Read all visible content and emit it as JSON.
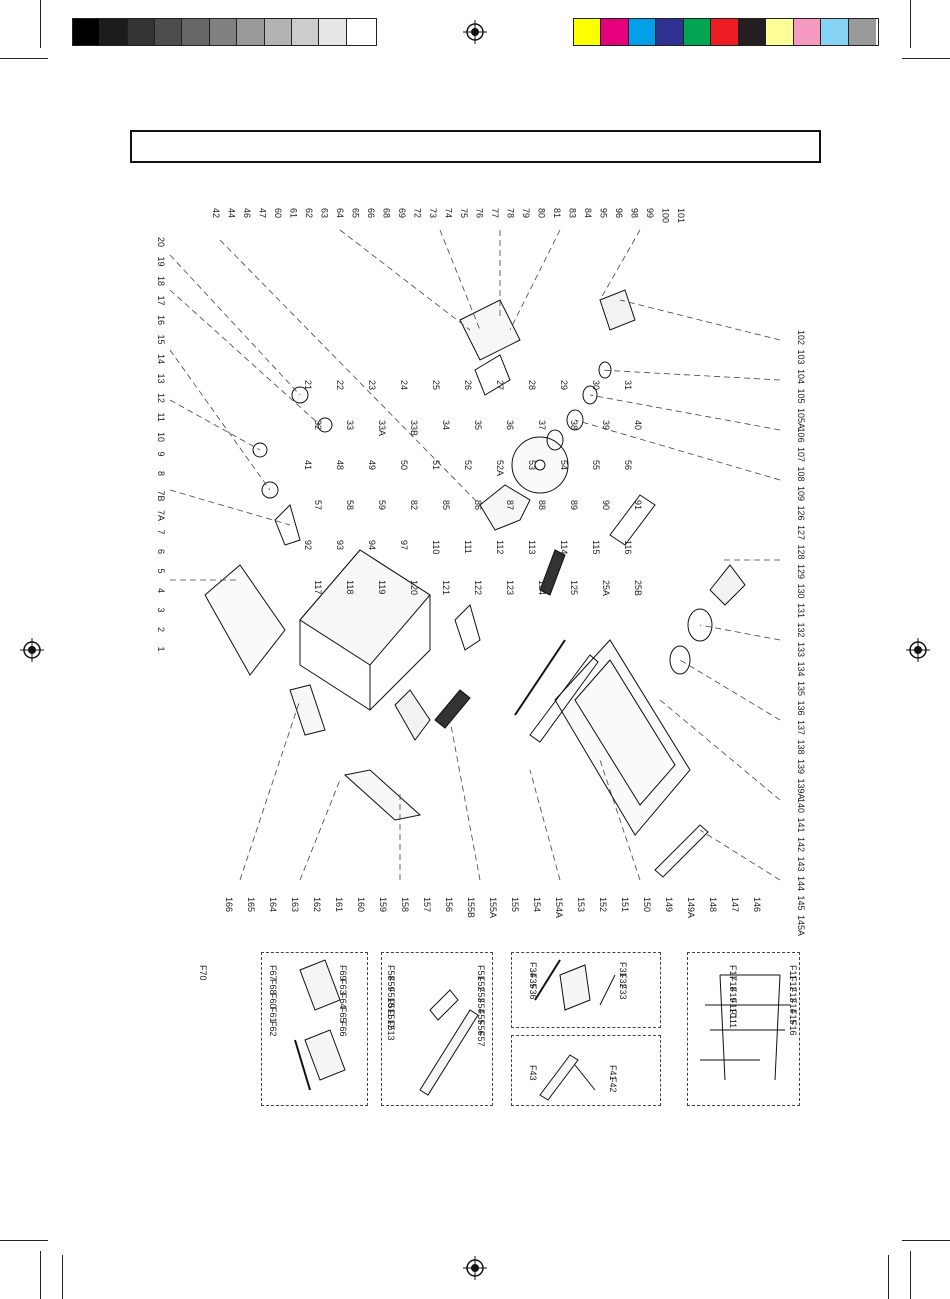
{
  "color_bar_left": [
    "#000000",
    "#1c1c1c",
    "#333333",
    "#4d4d4d",
    "#666666",
    "#808080",
    "#999999",
    "#b3b3b3",
    "#cccccc",
    "#e6e6e6",
    "#ffffff"
  ],
  "color_bar_right": [
    "#ffff00",
    "#e6007e",
    "#00a0e9",
    "#2e3192",
    "#00a651",
    "#ed1c24",
    "#231f20",
    "#ffff99",
    "#f49ac1",
    "#87d3f5",
    "#999999"
  ],
  "title_box": {
    "text": ""
  },
  "main_labels_top": [
    "42",
    "44",
    "46",
    "47",
    "60",
    "61",
    "62",
    "63",
    "64",
    "65",
    "66",
    "68",
    "69",
    "72",
    "73",
    "74",
    "75",
    "76",
    "77",
    "78",
    "79",
    "80",
    "81",
    "83",
    "84",
    "95",
    "96",
    "98",
    "99",
    "100",
    "101"
  ],
  "main_labels_left": [
    "20",
    "19",
    "18",
    "17",
    "16",
    "15",
    "14",
    "13",
    "12",
    "11",
    "10",
    "9",
    "8",
    "7B",
    "7A",
    "7",
    "6",
    "5",
    "4",
    "3",
    "2",
    "1"
  ],
  "main_labels_right": [
    "102",
    "103",
    "104",
    "105",
    "105A",
    "106",
    "107",
    "108",
    "109",
    "126",
    "127",
    "128",
    "129",
    "130",
    "131",
    "132",
    "133",
    "134",
    "135",
    "136",
    "137",
    "138",
    "139",
    "139A",
    "140",
    "141",
    "142",
    "143",
    "144",
    "145",
    "145A"
  ],
  "main_labels_bottom": [
    "166",
    "165",
    "164",
    "163",
    "162",
    "161",
    "160",
    "159",
    "158",
    "157",
    "156",
    "155B",
    "155A",
    "155",
    "154",
    "154A",
    "153",
    "152",
    "151",
    "150",
    "149",
    "149A",
    "148",
    "147",
    "146"
  ],
  "main_labels_inner": [
    "21",
    "22",
    "23",
    "24",
    "25",
    "26",
    "27",
    "28",
    "29",
    "30",
    "31",
    "32",
    "33",
    "33A",
    "33B",
    "34",
    "35",
    "36",
    "37",
    "38",
    "39",
    "40",
    "41",
    "48",
    "49",
    "50",
    "51",
    "52",
    "52A",
    "53",
    "54",
    "55",
    "56",
    "57",
    "58",
    "59",
    "82",
    "85",
    "86",
    "87",
    "88",
    "89",
    "90",
    "91",
    "92",
    "93",
    "94",
    "97",
    "110",
    "111",
    "112",
    "113",
    "114",
    "115",
    "116",
    "117",
    "118",
    "119",
    "120",
    "121",
    "122",
    "123",
    "124",
    "125",
    "25A",
    "25B"
  ],
  "subpanel_1_labels": [
    "F69",
    "F63",
    "F64",
    "F65",
    "F66",
    "F67",
    "F68",
    "F60",
    "F61",
    "F62",
    "F70"
  ],
  "subpanel_2_labels": [
    "F51",
    "F52",
    "F53",
    "F54",
    "F55",
    "F56",
    "F57",
    "F58",
    "F59",
    "F510",
    "F511",
    "F512",
    "F513"
  ],
  "subpanel_3a_labels": [
    "F31",
    "F32",
    "F33",
    "F34",
    "F35",
    "F36"
  ],
  "subpanel_3b_labels": [
    "F41",
    "F42",
    "F43"
  ],
  "subpanel_4_labels": [
    "F11",
    "F12",
    "F13",
    "F14",
    "F15",
    "F16",
    "F17",
    "F18",
    "F19",
    "F110",
    "F111"
  ]
}
